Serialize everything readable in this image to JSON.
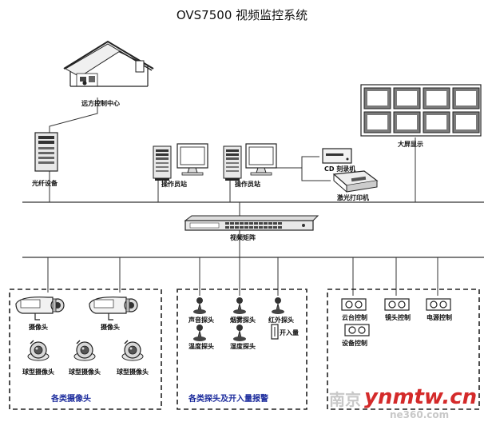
{
  "title": "OVS7500 视频监控系统",
  "labels": {
    "remote_center": "远方控制中心",
    "fiber": "光纤设备",
    "workstation_1": "操作员站",
    "workstation_2": "操作员站",
    "cd": "CD 刻录机",
    "printer": "激光打印机",
    "big_screen": "大屏显示",
    "switch": "视频矩阵",
    "camera_1": "摄像头",
    "camera_2": "摄像头",
    "dome_1": "球型摄像头",
    "dome_2": "球型摄像头",
    "dome_3": "球型摄像头",
    "sensor_sound": "声音探头",
    "sensor_smoke": "烟雾探头",
    "sensor_ir": "红外探头",
    "sensor_temp": "温度探头",
    "sensor_humidity": "湿度探头",
    "door": "开入量",
    "ptz": "云台控制",
    "lens": "镜头控制",
    "power": "电源控制",
    "device": "设备控制"
  },
  "groups": {
    "cameras": "各类摄像头",
    "sensors": "各类探头及开入量报警"
  },
  "watermark": {
    "left": "南京",
    "main": "ynmtw.cn",
    "bottom": "ne360.com"
  },
  "colors": {
    "group_label": "#1a2a9c",
    "watermark_main": "#d42a2a",
    "watermark_faint": "#c8c8c8",
    "screen": "#7a7a7a",
    "line": "#333333"
  }
}
